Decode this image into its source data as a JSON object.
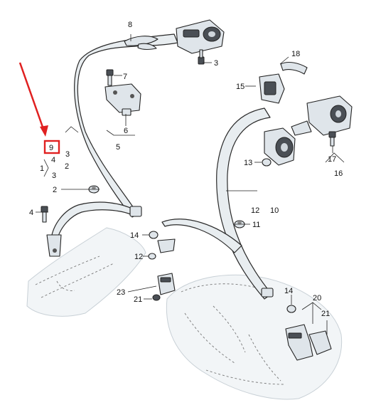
{
  "labels": {
    "n8": "8",
    "n3a": "3",
    "n7": "7",
    "n6": "6",
    "n5": "5",
    "n9": "9",
    "n3b": "3",
    "n4a": "4",
    "n2a": "2",
    "n1": "1",
    "n3c": "3",
    "n2b": "2",
    "n4b": "4",
    "n18": "18",
    "n15": "15",
    "n17": "17",
    "n16": "16",
    "n13": "13",
    "n12a": "12",
    "n10": "10",
    "n11": "11",
    "n14a": "14",
    "n12b": "12",
    "n23": "23",
    "n21a": "21",
    "n14b": "14",
    "n20": "20",
    "n21b": "21"
  },
  "colors": {
    "highlight_box": "#e02020",
    "arrow": "#e02020"
  }
}
